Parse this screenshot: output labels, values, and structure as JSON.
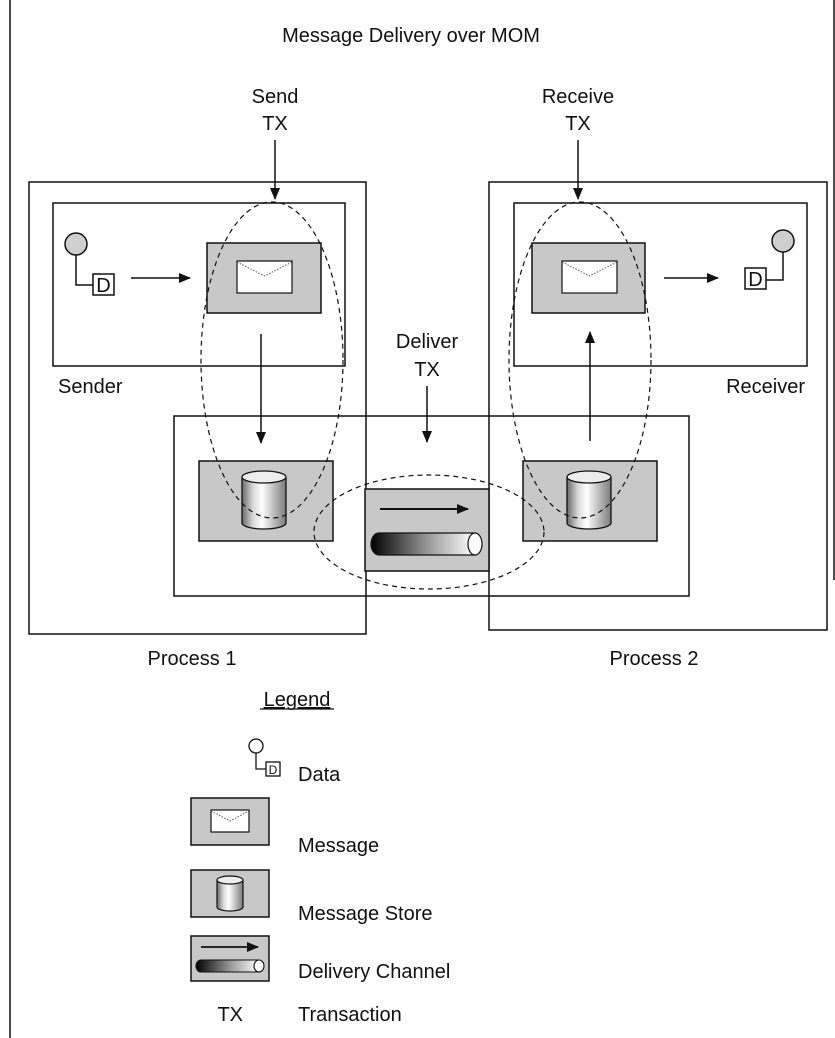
{
  "title": "Message Delivery over MOM",
  "labels": {
    "send_tx_line1": "Send",
    "send_tx_line2": "TX",
    "receive_tx_line1": "Receive",
    "receive_tx_line2": "TX",
    "deliver_tx_line1": "Deliver",
    "deliver_tx_line2": "TX",
    "sender": "Sender",
    "receiver": "Receiver",
    "process1": "Process 1",
    "process2": "Process 2",
    "data_glyph": "D"
  },
  "legend": {
    "heading": "Legend",
    "items": [
      {
        "label": "Data",
        "icon": "data-icon"
      },
      {
        "label": "Message",
        "icon": "message-icon"
      },
      {
        "label": "Message Store",
        "icon": "message-store-icon"
      },
      {
        "label": "Delivery Channel",
        "icon": "delivery-channel-icon"
      },
      {
        "label": "Transaction",
        "key": "TX"
      }
    ]
  },
  "colors": {
    "box_fill": "#c8c8c8",
    "line": "#111111"
  }
}
